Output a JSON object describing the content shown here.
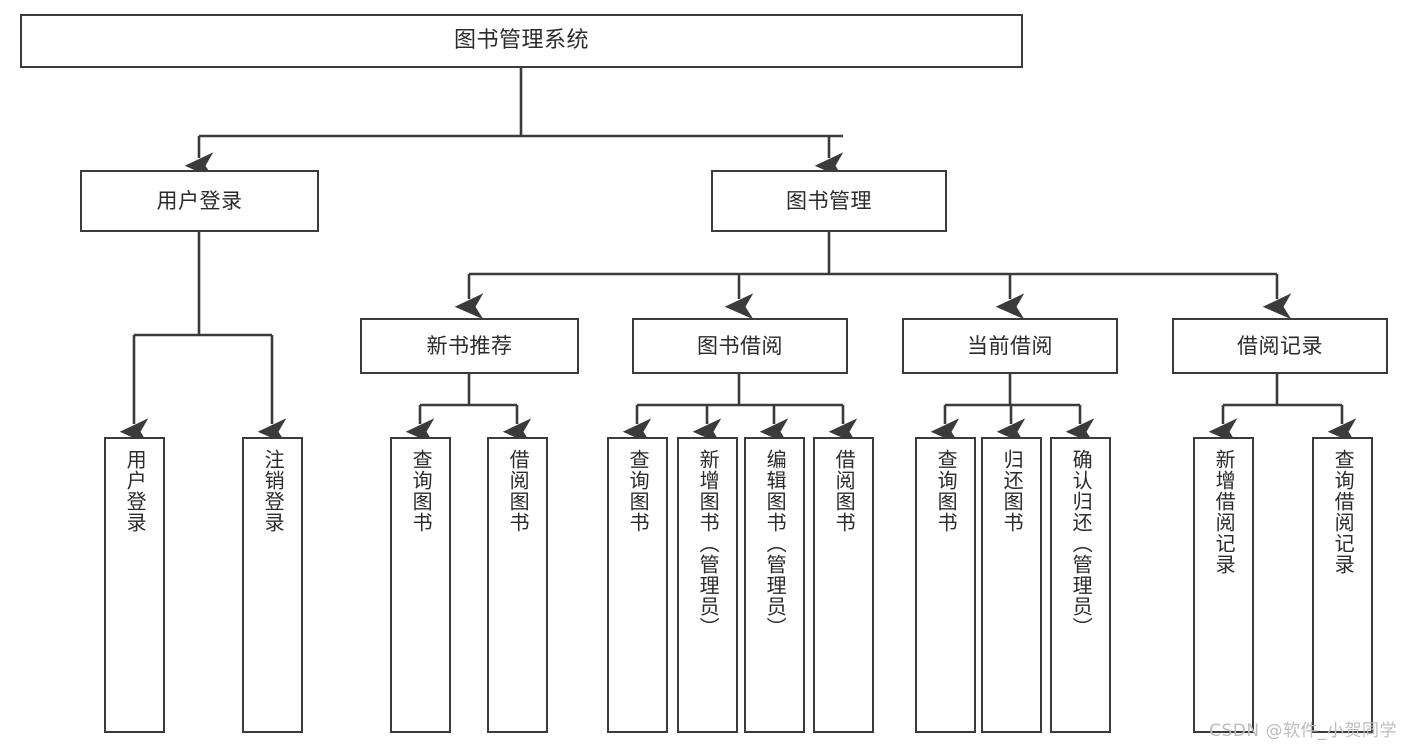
{
  "diagram": {
    "title": "图书管理系统",
    "type": "tree-hierarchy-diagram",
    "colors": {
      "background": "#ffffff",
      "box_border": "#3b3b3b",
      "box_fill": "#ffffff",
      "connector": "#3b3b3b",
      "text": "#2b2b2b",
      "watermark": "#bdbdbd"
    },
    "nodes": {
      "root": {
        "label": "图书管理系统"
      },
      "level2": [
        {
          "id": "user-login",
          "label": "用户登录"
        },
        {
          "id": "book-manage",
          "label": "图书管理"
        }
      ],
      "level3": [
        {
          "id": "new-book-rec",
          "label": "新书推荐"
        },
        {
          "id": "book-borrow",
          "label": "图书借阅"
        },
        {
          "id": "current-borrow",
          "label": "当前借阅"
        },
        {
          "id": "borrow-record",
          "label": "借阅记录"
        }
      ],
      "leaves": {
        "user-login": [
          {
            "id": "leaf-user-login",
            "label": "用户登录"
          },
          {
            "id": "leaf-logout",
            "label": "注销登录"
          }
        ],
        "new-book-rec": [
          {
            "id": "leaf-query-book-1",
            "label": "查询图书"
          },
          {
            "id": "leaf-borrow-book-1",
            "label": "借阅图书"
          }
        ],
        "book-borrow": [
          {
            "id": "leaf-query-book-2",
            "label": "查询图书"
          },
          {
            "id": "leaf-add-book",
            "label": "新增图书（管理员）"
          },
          {
            "id": "leaf-edit-book",
            "label": "编辑图书（管理员）"
          },
          {
            "id": "leaf-borrow-book-2",
            "label": "借阅图书"
          }
        ],
        "current-borrow": [
          {
            "id": "leaf-query-book-3",
            "label": "查询图书"
          },
          {
            "id": "leaf-return-book",
            "label": "归还图书"
          },
          {
            "id": "leaf-confirm-return",
            "label": "确认归还（管理员）"
          }
        ],
        "borrow-record": [
          {
            "id": "leaf-add-record",
            "label": "新增借阅记录"
          },
          {
            "id": "leaf-query-record",
            "label": "查询借阅记录"
          }
        ]
      }
    },
    "watermark": "CSDN @软件_小贺同学"
  }
}
